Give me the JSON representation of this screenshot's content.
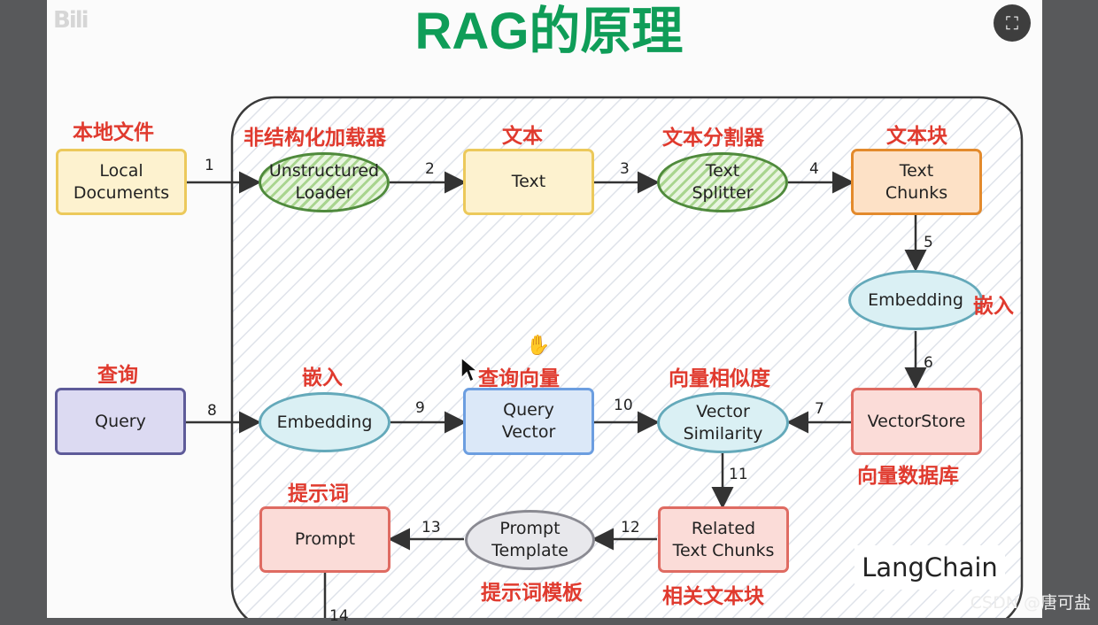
{
  "title": "RAG的原理",
  "watermark_top": "Bili",
  "watermark_bottom": "CSDN @唐可盐",
  "brand": "LangChain",
  "nodes": {
    "local_documents": {
      "label": "Local\nDocuments",
      "zh": "本地文件"
    },
    "unstructured_loader": {
      "label": "Unstructured\nLoader",
      "zh": "非结构化加载器"
    },
    "text": {
      "label": "Text",
      "zh": "文本"
    },
    "text_splitter": {
      "label": "Text\nSplitter",
      "zh": "文本分割器"
    },
    "text_chunks": {
      "label": "Text\nChunks",
      "zh": "文本块"
    },
    "embedding_right": {
      "label": "Embedding",
      "zh": "嵌入"
    },
    "vectorstore": {
      "label": "VectorStore",
      "zh": "向量数据库"
    },
    "query": {
      "label": "Query",
      "zh": "查询"
    },
    "embedding_left": {
      "label": "Embedding",
      "zh": "嵌入"
    },
    "query_vector": {
      "label": "Query\nVector",
      "zh": "查询向量"
    },
    "vector_similarity": {
      "label": "Vector\nSimilarity",
      "zh": "向量相似度"
    },
    "related_chunks": {
      "label": "Related\nText Chunks",
      "zh": "相关文本块"
    },
    "prompt_template": {
      "label": "Prompt\nTemplate",
      "zh": "提示词模板"
    },
    "prompt": {
      "label": "Prompt",
      "zh": "提示词"
    }
  },
  "steps": [
    "1",
    "2",
    "3",
    "4",
    "5",
    "6",
    "7",
    "8",
    "9",
    "10",
    "11",
    "12",
    "13",
    "14"
  ],
  "colors": {
    "title": "#0f9d58",
    "zh_label": "#e03a2e",
    "region_border": "#3a3a3a"
  }
}
